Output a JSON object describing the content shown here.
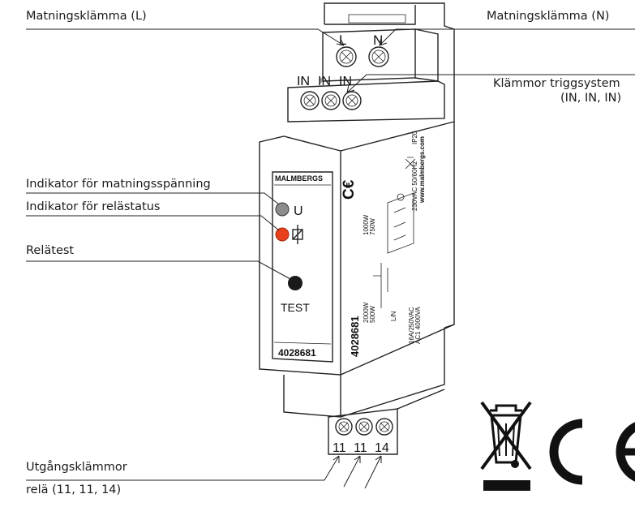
{
  "labels": {
    "supply_l": "Matningsklämma (L)",
    "supply_n": "Matningsklämma (N)",
    "trigger_1": "Klämmor triggsystem",
    "trigger_2": "(IN, IN, IN)",
    "supply_indicator": "Indikator för matningsspänning",
    "relay_indicator": "Indikator för relästatus",
    "relay_test": "Relätest",
    "output_1": "Utgångsklämmor",
    "output_2": "relä (11, 11, 14)"
  },
  "device": {
    "brand": "MALMBERGS",
    "top_terminals": [
      "L",
      "N"
    ],
    "trigger_terminals": [
      "IN",
      "IN",
      "IN"
    ],
    "output_terminals": [
      "11",
      "11",
      "14"
    ],
    "voltage_symbol": "U",
    "test_label": "TEST",
    "article_number": "4028681",
    "side_text": {
      "power_1": "1000W",
      "power_2": "750W",
      "power_3": "2000W",
      "power_4": "500W",
      "voltage": "230VAC 50/60Hz",
      "ip": "IP20",
      "website": "www.malmbergs.com",
      "contact": "16A/250VAC",
      "contact_2": "AC1 4000VA",
      "wire": "L/N"
    }
  },
  "colors": {
    "indicator_u": "#8c8c8c",
    "indicator_relay": "#e8401c",
    "test_button": "#1a1a1a"
  },
  "icons": [
    "weee-bin-icon",
    "ce-mark-icon"
  ]
}
